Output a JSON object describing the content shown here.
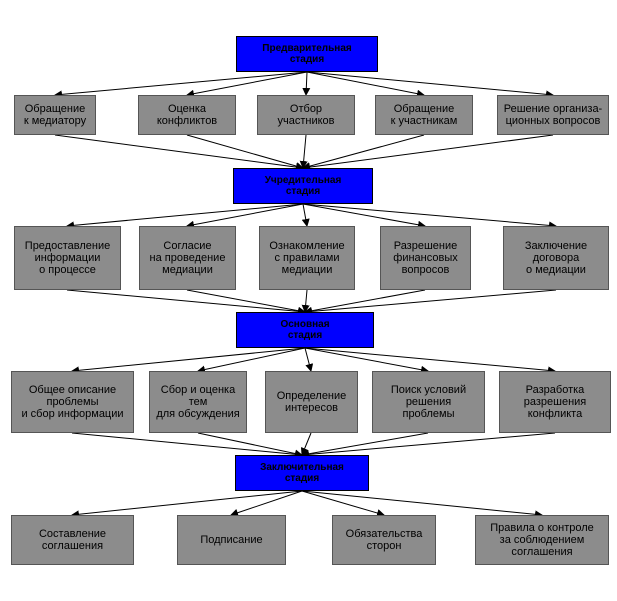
{
  "stages": [
    {
      "label": "Предварительная\nстадия"
    },
    {
      "label": "Учредительная\nстадия"
    },
    {
      "label": "Основная\nстадия"
    },
    {
      "label": "Заключительная\nстадия"
    }
  ],
  "rows": [
    [
      "Обращение\nк медиатору",
      "Оценка\nконфликтов",
      "Отбор\nучастников",
      "Обращение\nк участникам",
      "Решение организа-\nционных вопросов"
    ],
    [
      "Предоставление\nинформации\nо процессе",
      "Согласие\nна проведение\nмедиации",
      "Ознакомление\nс правилами\nмедиации",
      "Разрешение\nфинансовых\nвопросов",
      "Заключение\nдоговора\nо медиации"
    ],
    [
      "Общее описание\nпроблемы\nи сбор информации",
      "Сбор и оценка\nтем\nдля обсуждения",
      "Определение\nинтересов",
      "Поиск условий\nрешения\nпроблемы",
      "Разработка\nразрешения\nконфликта"
    ],
    [
      "Составление\nсоглашения",
      "Подписание",
      "Обязательства\nсторон",
      "Правила о контроле\nза соблюдением\nсоглашения"
    ]
  ]
}
